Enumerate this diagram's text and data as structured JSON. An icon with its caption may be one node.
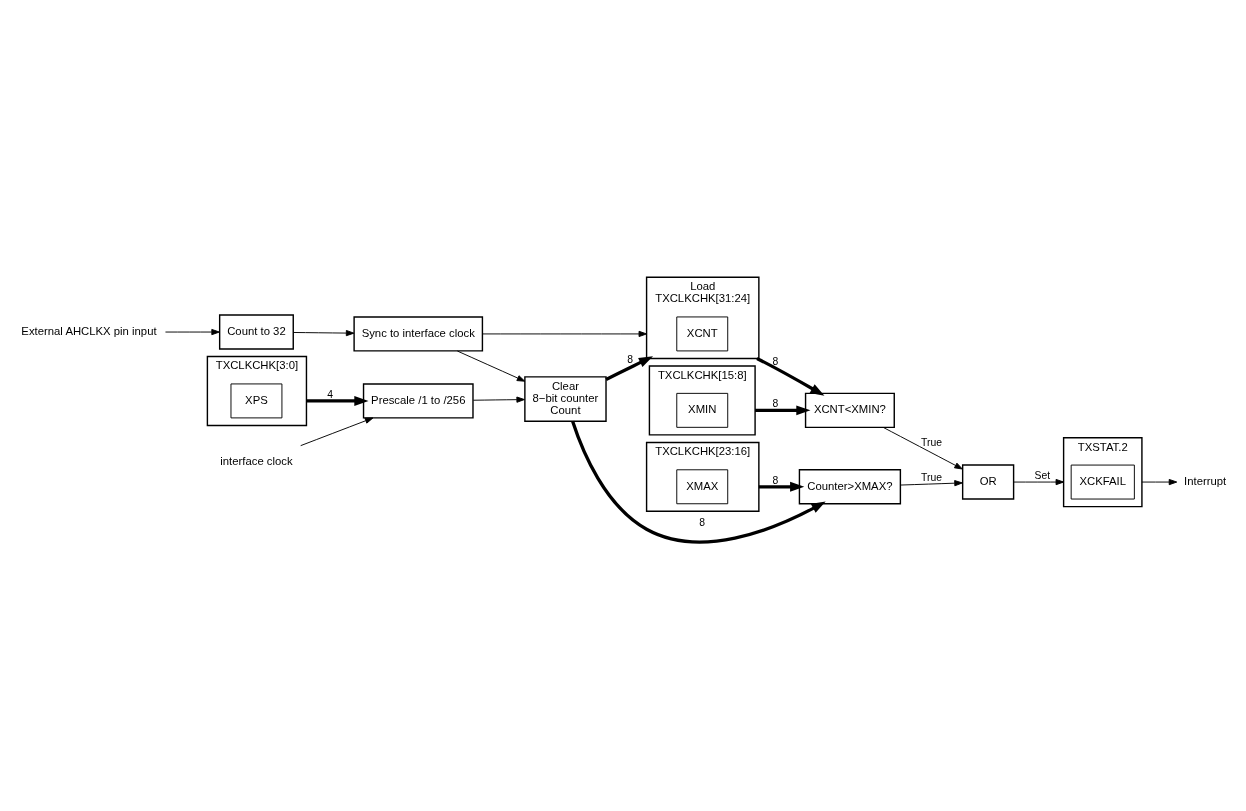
{
  "diagram": {
    "nodes": [
      {
        "text": [
          "External AHCLKX pin input"
        ]
      },
      {
        "text": [
          "Count to 32"
        ]
      },
      {
        "text": [
          "Sync to interface clock"
        ]
      },
      {
        "text": [
          "interface clock"
        ]
      },
      {
        "text": [
          "Prescale /1 to /256"
        ]
      },
      {
        "text": [
          "Clear",
          "8−bit counter",
          "Count"
        ]
      },
      {
        "text": [
          "TXCLKCHK[3:0]"
        ]
      },
      {
        "text": [
          "XPS"
        ],
        "in": 6
      },
      {
        "text": [
          "Load",
          "TXCLKCHK[31:24]"
        ]
      },
      {
        "text": [
          "XCNT"
        ],
        "in": 8
      },
      {
        "text": [
          "TXCLKCHK[15:8]"
        ]
      },
      {
        "text": [
          "XMIN"
        ],
        "in": 10
      },
      {
        "text": [
          "XCNT<XMIN?"
        ]
      },
      {
        "text": [
          "TXCLKCHK[23:16]"
        ]
      },
      {
        "text": [
          "XMAX"
        ],
        "in": 13
      },
      {
        "text": [
          "Counter>XMAX?"
        ]
      },
      {
        "text": [
          "OR"
        ]
      },
      {
        "text": [
          "TXSTAT.2"
        ]
      },
      {
        "text": [
          "XCKFAIL"
        ],
        "in": 17
      },
      {
        "text": [
          "Interrupt"
        ]
      }
    ],
    "edges": [
      {
        "from": 0,
        "to": 1,
        "arrow": "to"
      },
      {
        "from": 1,
        "to": 2,
        "arrow": "to"
      },
      {
        "from": 3,
        "to": 4,
        "arrow": "to"
      },
      {
        "from": 4,
        "to": 5,
        "arrow": "to"
      },
      {
        "from": 2,
        "to": 5,
        "arrow": "to"
      },
      {
        "from": 2,
        "to": 8,
        "arrow": "to"
      },
      {
        "from": 6,
        "to": 4,
        "arrow": "to",
        "label": "4",
        "style": "thick"
      },
      {
        "from": 5,
        "to": 8,
        "arrow": "to",
        "label": "8",
        "style": "thick"
      },
      {
        "from": 5,
        "to": 15,
        "arrow": "to",
        "label": "8",
        "style": "thick"
      },
      {
        "from": 8,
        "to": 12,
        "arrow": "to",
        "label": "8",
        "style": "thick"
      },
      {
        "from": 10,
        "to": 12,
        "arrow": "to",
        "label": "8",
        "style": "thick"
      },
      {
        "from": 13,
        "to": 15,
        "arrow": "to",
        "label": "8",
        "style": "thick"
      },
      {
        "from": 12,
        "to": 16,
        "arrow": "to",
        "label": "True"
      },
      {
        "from": 15,
        "to": 16,
        "arrow": "to",
        "label": "True"
      },
      {
        "from": 16,
        "to": 17,
        "arrow": "to",
        "label": "Set"
      },
      {
        "from": 17,
        "to": 19,
        "arrow": "to"
      }
    ]
  }
}
